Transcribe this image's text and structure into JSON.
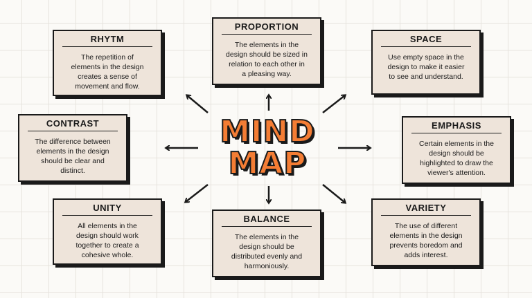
{
  "title": {
    "line1": "MIND",
    "line2": "MAP"
  },
  "cards": {
    "rhytm": {
      "title": "RHYTM",
      "body": "The repetition of elements in the design creates a sense of movement and flow."
    },
    "proportion": {
      "title": "PROPORTION",
      "body": "The elements in the design should be sized in relation to each other in a pleasing way."
    },
    "space": {
      "title": "SPACE",
      "body": "Use empty space in the design to make it easier to see and understand."
    },
    "contrast": {
      "title": "CONTRAST",
      "body": "The difference between elements in the design should be clear and distinct."
    },
    "emphasis": {
      "title": "EMPHASIS",
      "body": "Certain elements in the design should be highlighted to draw the viewer's attention."
    },
    "unity": {
      "title": "UNITY",
      "body": "All elements in the design should work together to create a cohesive whole."
    },
    "balance": {
      "title": "BALANCE",
      "body": "The elements in the design should be distributed evenly and harmoniously."
    },
    "variety": {
      "title": "VARIETY",
      "body": "The use of different elements in the design prevents boredom and adds interest."
    }
  },
  "colors": {
    "card_bg": "#eee4da",
    "accent": "#f47d34",
    "ink": "#1a1a1a"
  }
}
